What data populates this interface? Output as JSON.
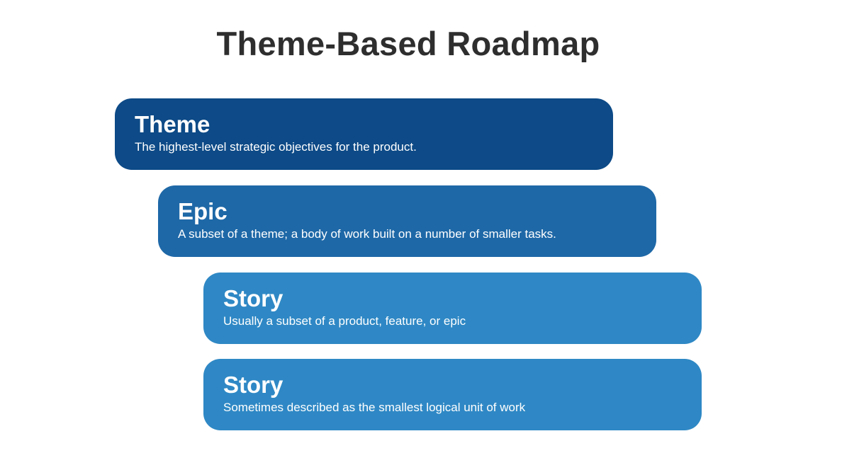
{
  "title": "Theme-Based Roadmap",
  "levels": [
    {
      "name": "Theme",
      "description": "The highest-level strategic objectives for the product.",
      "color": "#0d4a87"
    },
    {
      "name": "Epic",
      "description": "A subset of a theme; a body of work built on a number of smaller tasks.",
      "color": "#1e68a7"
    },
    {
      "name": "Story",
      "description": "Usually a subset of a product, feature, or epic",
      "color": "#2f88c5"
    },
    {
      "name": "Story",
      "description": "Sometimes described as the smallest logical unit of work",
      "color": "#2f88c5"
    }
  ]
}
